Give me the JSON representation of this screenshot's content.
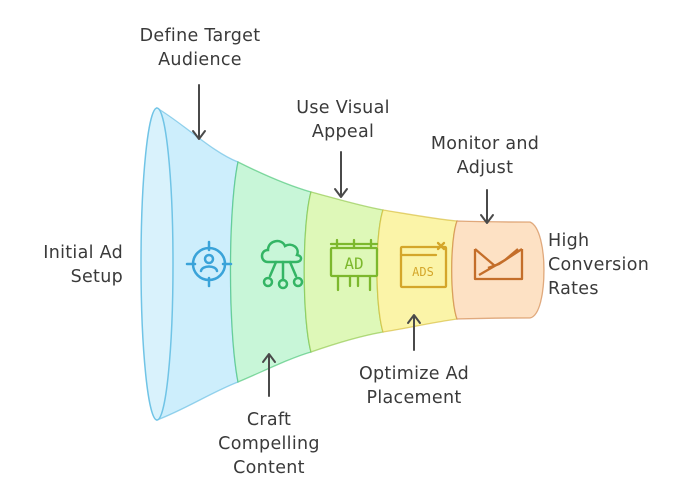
{
  "stages": [
    {
      "key": "define",
      "label": "Define Target\nAudience",
      "icon": "target-user-icon",
      "fill": "#cdeefc",
      "stroke": "#58b8e0"
    },
    {
      "key": "craft",
      "label": "Craft\nCompelling\nContent",
      "icon": "cloud-network-icon",
      "fill": "#c8f6d8",
      "stroke": "#3bbf6a"
    },
    {
      "key": "visual",
      "label": "Use Visual\nAppeal",
      "icon": "ad-billboard-icon",
      "fill": "#def8b8",
      "stroke": "#86c23a"
    },
    {
      "key": "placement",
      "label": "Optimize Ad\nPlacement",
      "icon": "ads-window-icon",
      "fill": "#fbf4a8",
      "stroke": "#d2b62a"
    },
    {
      "key": "monitor",
      "label": "Monitor and\nAdjust",
      "icon": "envelope-chart-icon",
      "fill": "#fde1c4",
      "stroke": "#cc7a3a"
    }
  ],
  "start_label": "Initial Ad\nSetup",
  "end_label": "High\nConversion\nRates",
  "icon_texts": {
    "billboard": "AD",
    "window": "ADS"
  }
}
